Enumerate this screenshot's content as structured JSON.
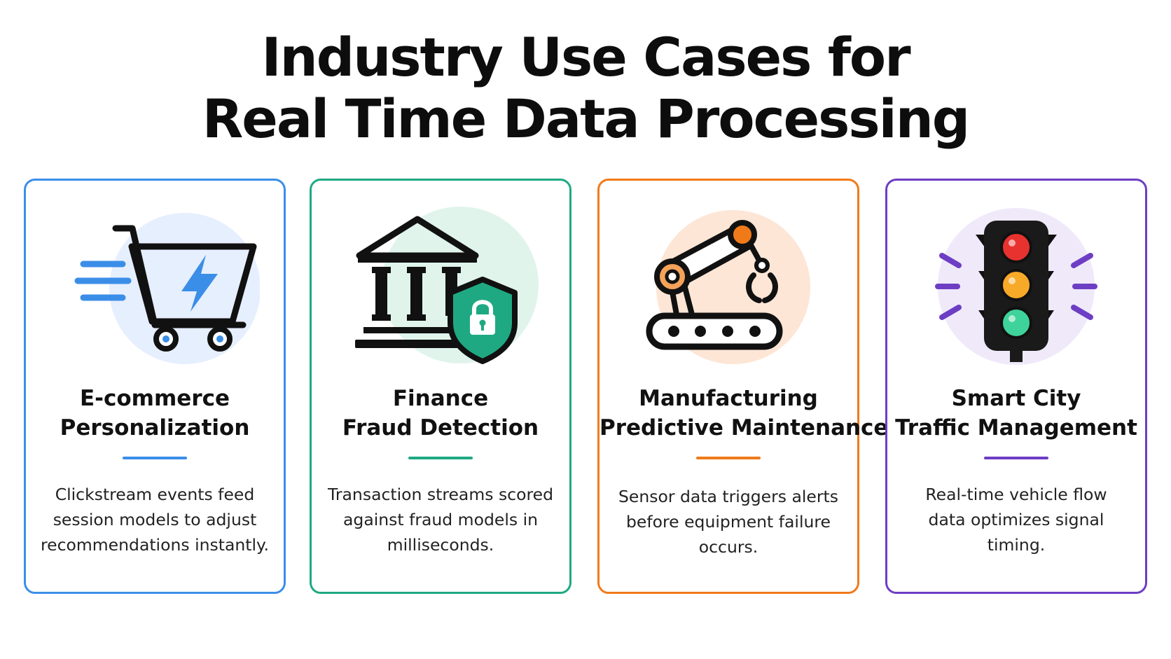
{
  "title": {
    "line1": "Industry Use Cases for",
    "line2": "Real Time Data Processing"
  },
  "cards": [
    {
      "heading_line1": "E-commerce",
      "heading_line2": "Personalization",
      "description": "Clickstream events feed session models to adjust recommendations instantly.",
      "accent": "#3b8ee8",
      "icon": "shopping-cart-lightning-icon"
    },
    {
      "heading_line1": "Finance",
      "heading_line2": "Fraud Detection",
      "description": "Transaction streams scored against fraud models in milliseconds.",
      "accent": "#1fa983",
      "icon": "bank-shield-lock-icon"
    },
    {
      "heading_line1": "Manufacturing",
      "heading_line2": "Predictive Maintenance",
      "description": "Sensor data triggers alerts before equipment failure occurs.",
      "accent": "#f07a1a",
      "icon": "robotic-arm-conveyor-icon"
    },
    {
      "heading_line1": "Smart City",
      "heading_line2": "Traffic Management",
      "description": "Real-time vehicle flow data optimizes signal timing.",
      "accent": "#6d3ec4",
      "icon": "traffic-light-icon"
    }
  ]
}
